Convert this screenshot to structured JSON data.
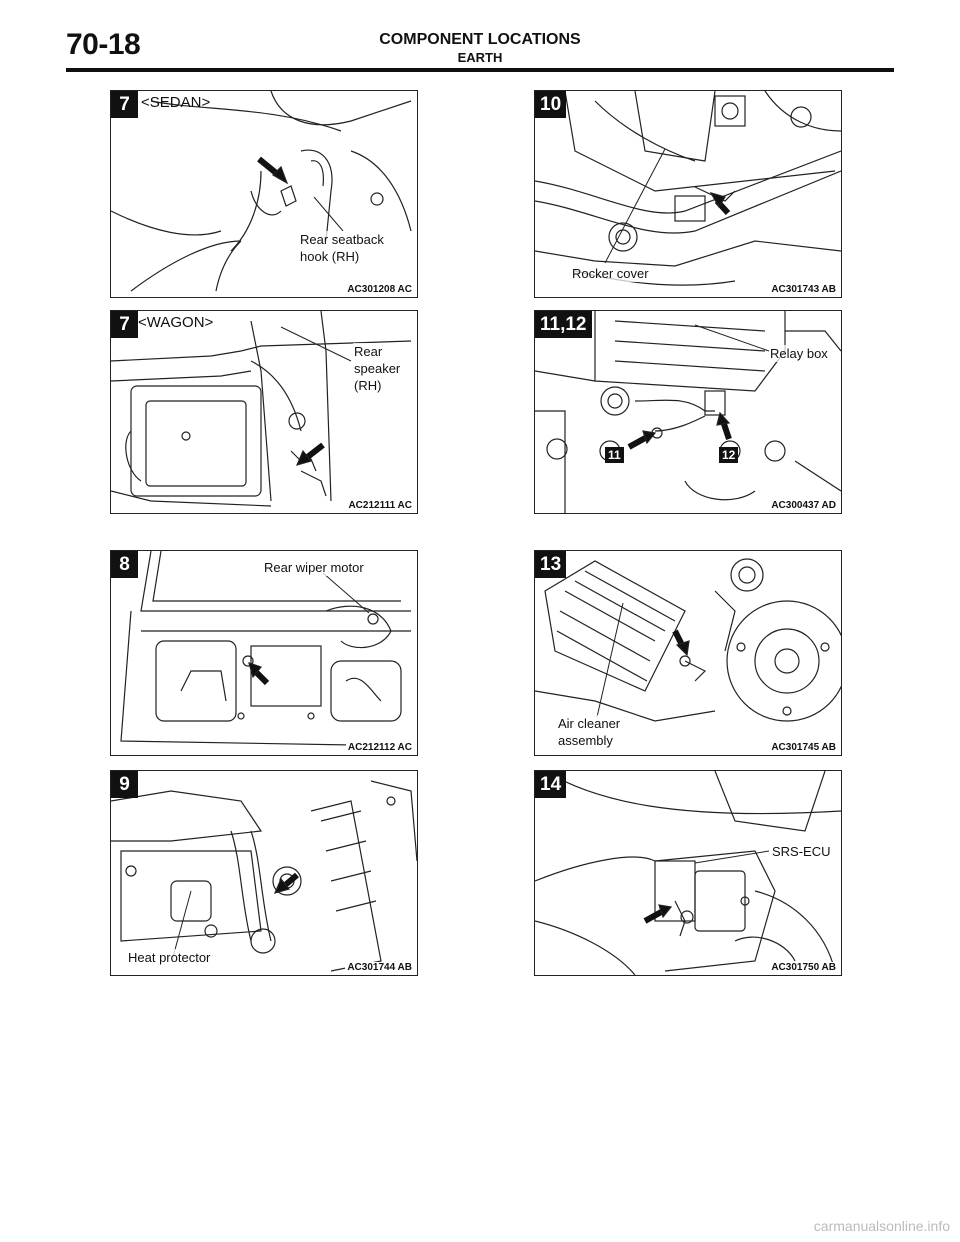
{
  "header": {
    "page_number": "70-18",
    "title": "COMPONENT LOCATIONS",
    "subtitle": "EARTH"
  },
  "figures": [
    {
      "badge": "7",
      "variant": "<SEDAN>",
      "callouts": [
        "Rear seatback hook (RH)"
      ],
      "code": "AC301208 AC"
    },
    {
      "badge": "10",
      "callouts": [
        "Rocker cover"
      ],
      "code": "AC301743 AB"
    },
    {
      "badge": "7",
      "variant": "<WAGON>",
      "callouts": [
        "Rear speaker (RH)"
      ],
      "code": "AC212111 AC"
    },
    {
      "badge": "11,12",
      "callouts": [
        "Relay box"
      ],
      "mini_badges": [
        "11",
        "12"
      ],
      "code": "AC300437 AD"
    },
    {
      "badge": "8",
      "callouts": [
        "Rear wiper motor"
      ],
      "code": "AC212112 AC"
    },
    {
      "badge": "13",
      "callouts": [
        "Air cleaner assembly"
      ],
      "code": "AC301745 AB"
    },
    {
      "badge": "9",
      "callouts": [
        "Heat protector"
      ],
      "code": "AC301744 AB"
    },
    {
      "badge": "14",
      "callouts": [
        "SRS-ECU"
      ],
      "code": "AC301750 AB"
    }
  ],
  "watermark": "carmanualsonline.info"
}
